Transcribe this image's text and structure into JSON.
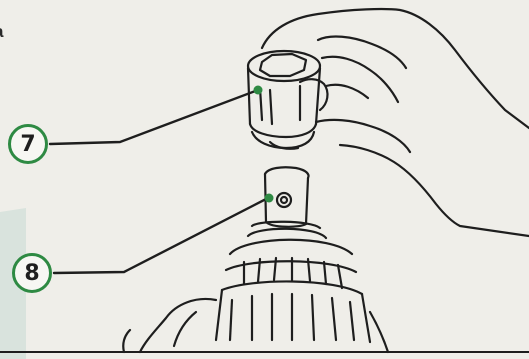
{
  "page": {
    "text_fragment": "a"
  },
  "callouts": [
    {
      "number": "7"
    },
    {
      "number": "8"
    }
  ],
  "colors": {
    "callout_ring": "#2e8a43",
    "callout_dot": "#2e8a43",
    "line_art": "#1e1e1e",
    "paper": "#efeee9",
    "side_band": "#d9e3dd"
  },
  "icons": {
    "socket": "socket-icon",
    "hand": "hand-icon",
    "drill_chuck": "drill-chuck-icon"
  }
}
